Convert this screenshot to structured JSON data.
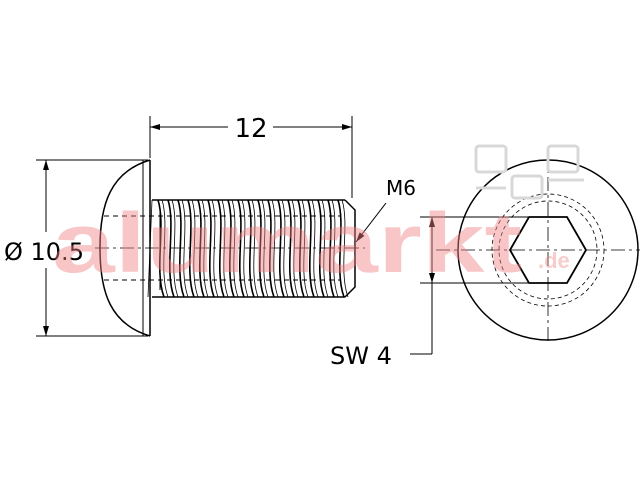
{
  "dimensions": {
    "length": "12",
    "thread": "M6",
    "head_diameter": "Ø 10.5",
    "wrench_size": "SW 4"
  },
  "watermark": {
    "text": "alumarkt",
    "suffix": ".de",
    "color": "#f08080"
  },
  "colors": {
    "line": "#000000",
    "background": "#ffffff"
  }
}
